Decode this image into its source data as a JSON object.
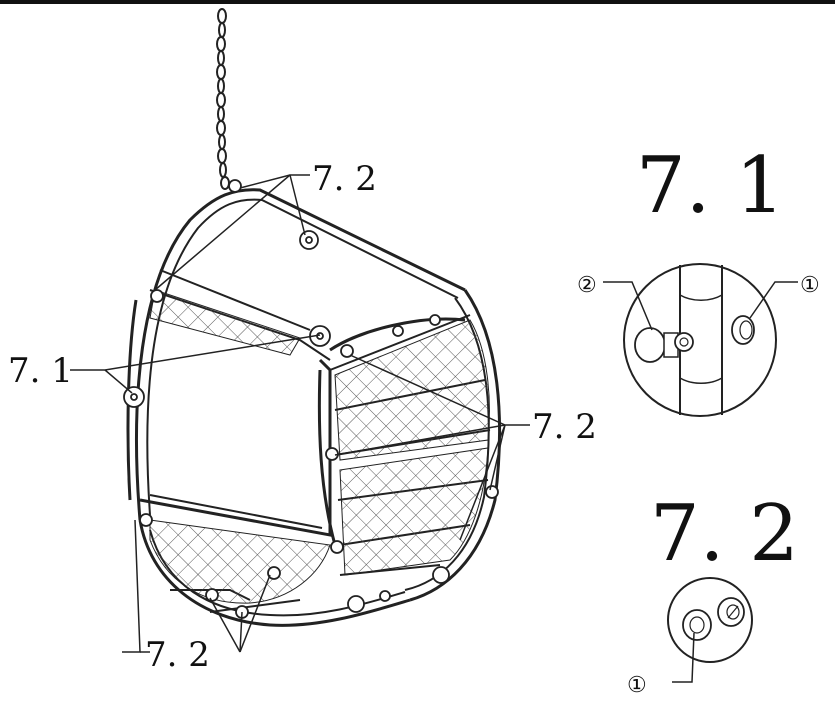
{
  "labels": {
    "top_72": "7. 2",
    "left_71": "7. 1",
    "right_72": "7. 2",
    "bottom_72": "7. 2"
  },
  "details": {
    "d71": {
      "title": "7. 1",
      "callout_left": "②",
      "callout_right": "①"
    },
    "d72": {
      "title": "7. 2",
      "callout": "①"
    }
  }
}
